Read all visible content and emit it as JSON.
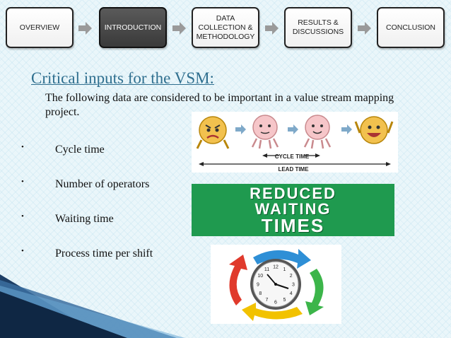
{
  "nav": {
    "steps": [
      {
        "label": "OVERVIEW",
        "active": false
      },
      {
        "label": "INTRODUCTION",
        "active": true
      },
      {
        "label": "DATA COLLECTION & METHODOLOGY",
        "active": false
      },
      {
        "label": "RESULTS & DISCUSSIONS",
        "active": false
      },
      {
        "label": "CONCLUSION",
        "active": false
      }
    ]
  },
  "slide": {
    "title": "Critical inputs for the VSM:",
    "intro": "The following data are considered to be important in a value stream mapping project.",
    "bullets": [
      "Cycle time",
      "Number of operators",
      "Waiting time",
      "Process time per shift"
    ]
  },
  "images": {
    "cycle": {
      "cycle_label": "CYCLE TIME",
      "lead_label": "LEAD TIME"
    },
    "banner": {
      "line1": "REDUCED",
      "line2": "WAITING",
      "line3": "TIMES"
    },
    "clock": {
      "numerals": [
        "12",
        "1",
        "2",
        "3",
        "4",
        "5",
        "6",
        "7",
        "8",
        "9",
        "10",
        "11"
      ]
    }
  },
  "colors": {
    "title": "#2f6f8f",
    "active_step": "#4a4a4a",
    "banner_green": "#1f9a4f",
    "arrow_grey": "#9a9a9a"
  }
}
